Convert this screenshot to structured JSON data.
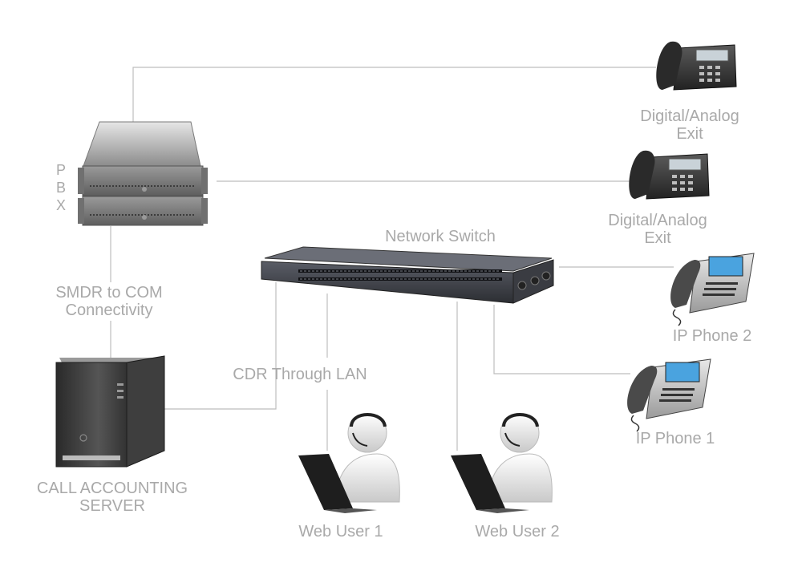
{
  "diagram": {
    "title": "Call Accounting Network Diagram",
    "colors": {
      "line": "#bdbdbd",
      "label": "#a9a9a9",
      "device_dark": "#2b2b2b",
      "device_mid": "#6e6e6e",
      "device_light": "#d0d0d0",
      "screen": "#4aa3df"
    },
    "nodes": {
      "pbx": {
        "label": "PBX",
        "chars": [
          "P",
          "B",
          "X"
        ]
      },
      "smdr_link": {
        "line1": "SMDR to COM",
        "line2": "Connectivity"
      },
      "server": {
        "line1": "CALL ACCOUNTING",
        "line2": "SERVER"
      },
      "network_switch": {
        "label": "Network Switch"
      },
      "cdr_link": {
        "label": "CDR Through LAN"
      },
      "phone_exit_1": {
        "line1": "Digital/Analog",
        "line2": "Exit"
      },
      "phone_exit_2": {
        "line1": "Digital/Analog",
        "line2": "Exit"
      },
      "ip_phone_2": {
        "label": "IP Phone 2"
      },
      "ip_phone_1": {
        "label": "IP Phone 1"
      },
      "web_user_1": {
        "label": "Web User 1"
      },
      "web_user_2": {
        "label": "Web User 2"
      }
    }
  }
}
